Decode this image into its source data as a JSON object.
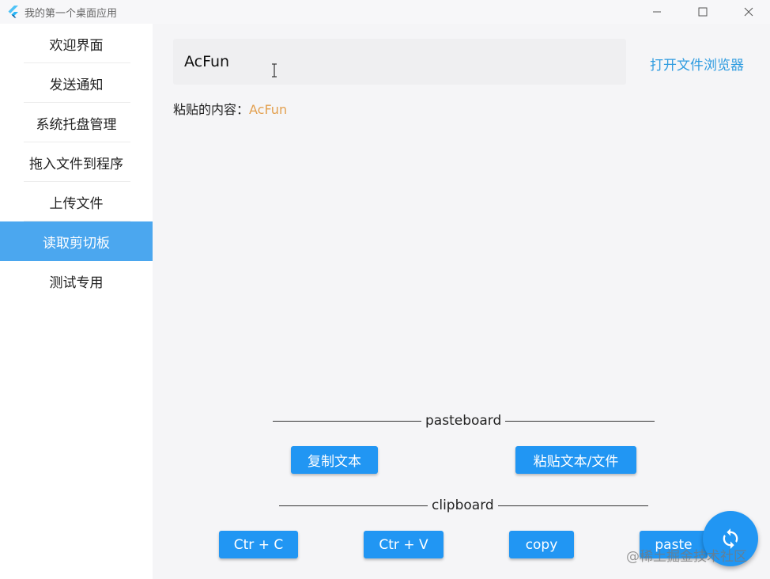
{
  "window": {
    "title": "我的第一个桌面应用"
  },
  "sidebar": {
    "items": [
      {
        "label": "欢迎界面"
      },
      {
        "label": "发送通知"
      },
      {
        "label": "系统托盘管理"
      },
      {
        "label": "拖入文件到程序"
      },
      {
        "label": "上传文件"
      },
      {
        "label": "读取剪切板",
        "active": true
      },
      {
        "label": "测试专用"
      }
    ]
  },
  "main": {
    "input_value": "AcFun",
    "open_browser_label": "打开文件浏览器",
    "paste_prefix": "粘贴的内容：",
    "paste_value": "AcFun",
    "pasteboard": {
      "title": "pasteboard",
      "buttons": [
        "复制文本",
        "粘贴文本/文件"
      ]
    },
    "clipboard": {
      "title": "clipboard",
      "buttons": [
        "Ctr + C",
        "Ctr + V",
        "copy",
        "paste"
      ]
    }
  },
  "watermark": "@稀土掘金技术社区",
  "colors": {
    "accent": "#2196f3",
    "sidebar_active": "#4ba7ef",
    "link": "#2f9ce0",
    "paste_value": "#e3a04f"
  }
}
